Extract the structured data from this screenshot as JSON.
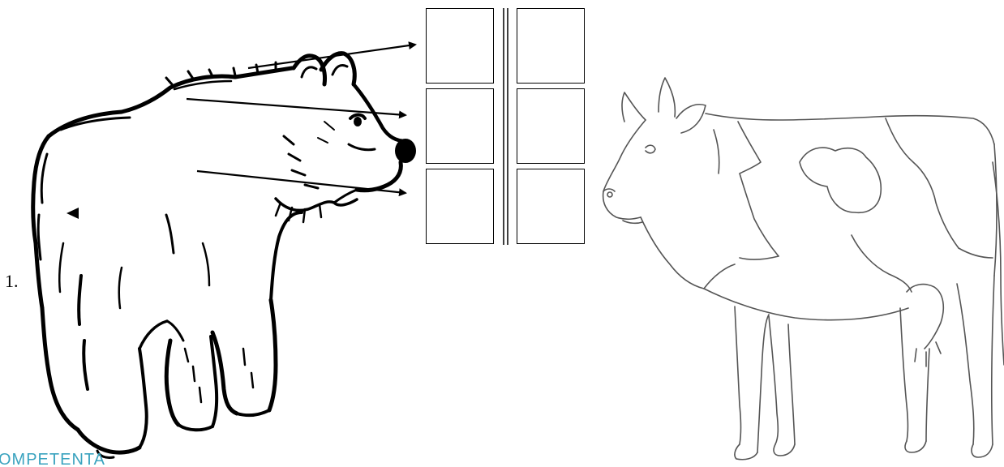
{
  "item_number": "1.",
  "watermark_text": "OMPETENTA",
  "colors": {
    "ink": "#000000",
    "cow_outline": "#555555",
    "watermark": "#3aa3bf"
  },
  "figures": [
    "bear-drawing",
    "cow-drawing"
  ],
  "answer_boxes": {
    "left_column": [
      "",
      "",
      ""
    ],
    "right_column": [
      "",
      "",
      ""
    ]
  }
}
